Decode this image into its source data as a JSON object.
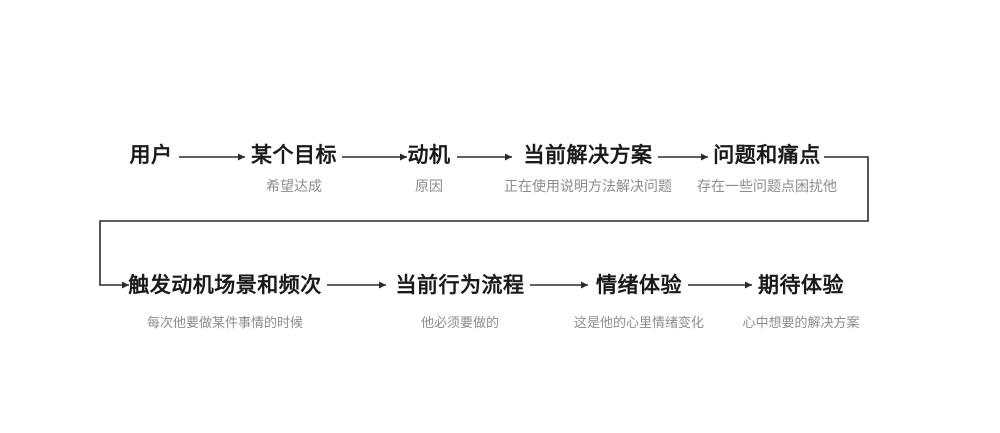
{
  "flow": {
    "row1": [
      {
        "label": "用户",
        "subtitle": ""
      },
      {
        "label": "某个目标",
        "subtitle": "希望达成"
      },
      {
        "label": "动机",
        "subtitle": "原因"
      },
      {
        "label": "当前解决方案",
        "subtitle": "正在使用说明方法解决问题"
      },
      {
        "label": "问题和痛点",
        "subtitle": "存在一些问题点困扰他"
      }
    ],
    "row2": [
      {
        "label": "触发动机场景和频次",
        "subtitle": "每次他要做某件事情的时候"
      },
      {
        "label": "当前行为流程",
        "subtitle": "他必须要做的"
      },
      {
        "label": "情绪体验",
        "subtitle": "这是他的心里情绪变化"
      },
      {
        "label": "期待体验",
        "subtitle": "心中想要的解决方案"
      }
    ],
    "colors": {
      "background": "#ffffff",
      "label": "#1a1a1a",
      "subtitle": "#8c8c8c",
      "connector": "#2b2b2b"
    }
  }
}
